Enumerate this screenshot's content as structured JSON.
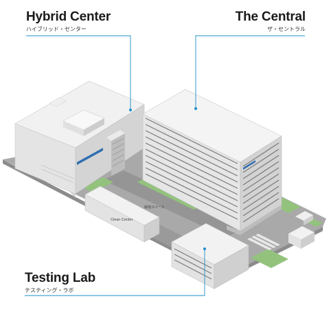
{
  "labels": {
    "hybrid": {
      "title": "Hybrid Center",
      "subtitle": "ハイブリッド・センター"
    },
    "central": {
      "title": "The Central",
      "subtitle": "ザ・セントラル"
    },
    "testing": {
      "title": "Testing Lab",
      "subtitle": "テスティング・ラボ"
    }
  },
  "map_labels": {
    "clean_center": "Clean Center",
    "plaza": "緑地スペース"
  },
  "colors": {
    "leader": "#1e8ec9",
    "ground": "#a7a7a7",
    "road": "#8f8f8f",
    "lawn": "#8fc07a",
    "roof": "#f3f3f3",
    "wall_left": "#e3e3e3",
    "wall_right": "#cfcfcf",
    "window": "#6b6b6b"
  }
}
